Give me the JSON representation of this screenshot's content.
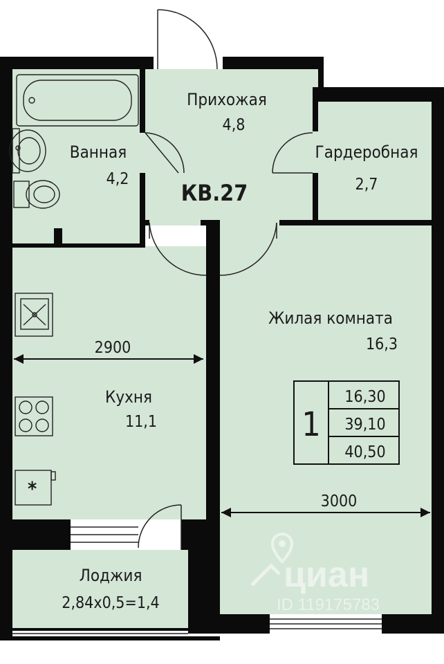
{
  "apartment": {
    "number_label": "КВ.27"
  },
  "rooms": {
    "hallway": {
      "name": "Прихожая",
      "area": "4,8"
    },
    "bathroom": {
      "name": "Ванная",
      "area": "4,2"
    },
    "wardrobe": {
      "name": "Гардеробная",
      "area": "2,7"
    },
    "living": {
      "name": "Жилая комната",
      "area": "16,3"
    },
    "kitchen": {
      "name": "Кухня",
      "area": "11,1"
    },
    "loggia": {
      "name": "Лоджия",
      "area": "2,84x0,5=1,4"
    }
  },
  "dimensions": {
    "kitchen_width": "2900",
    "living_width": "3000"
  },
  "summary_table": {
    "rooms_count": "1",
    "living_area": "16,30",
    "total_area": "39,10",
    "total_with_loggia": "40,50"
  },
  "watermark": {
    "brand": "циан",
    "id_text": "ID 119175783"
  },
  "colors": {
    "room_fill": "#d4e6d6",
    "wall": "#0b0b0b",
    "background": "#ffffff"
  }
}
